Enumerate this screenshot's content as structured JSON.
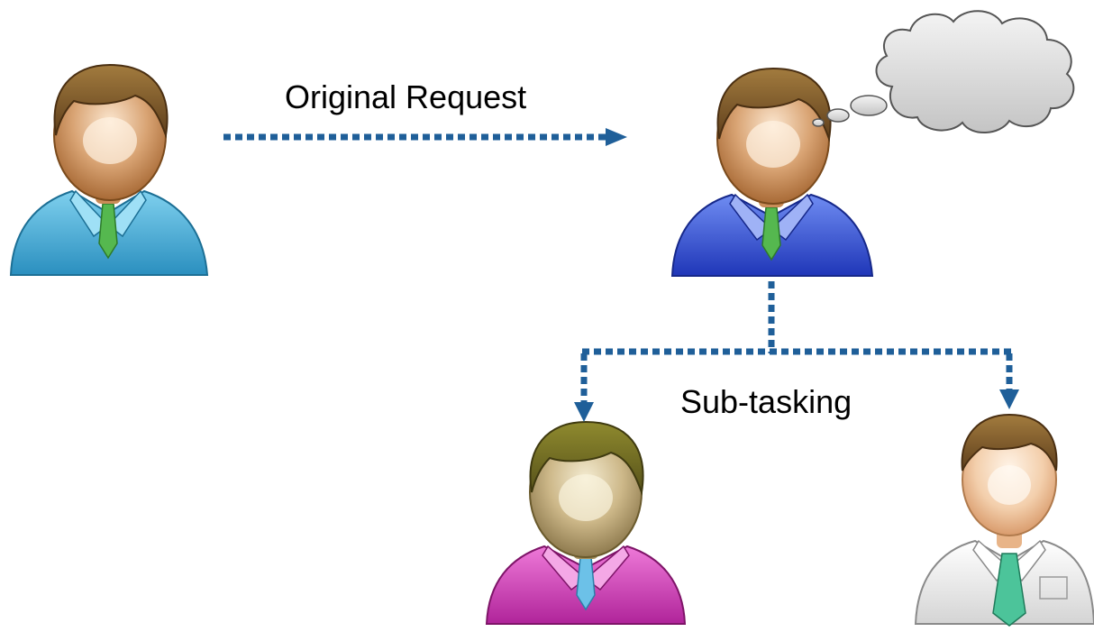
{
  "diagram": {
    "labels": {
      "original_request": "Original Request",
      "sub_tasking": "Sub-tasking"
    },
    "people": [
      {
        "id": "requester",
        "shirt": "#3aa6cf",
        "shirt_dark": "#1f7fa8",
        "tie": "#4fb04f"
      },
      {
        "id": "manager",
        "shirt": "#2f4fd6",
        "shirt_dark": "#1a2f9e",
        "tie": "#4fb04f"
      },
      {
        "id": "worker-magenta",
        "shirt": "#d23fb8",
        "shirt_dark": "#9e1f86",
        "tie": "#4aa8d8"
      },
      {
        "id": "worker-white",
        "shirt": "#f2f2f2",
        "shirt_dark": "#c4c4c4",
        "tie": "#3fb88e"
      }
    ],
    "colors": {
      "arrow": "#1f5f99",
      "skin": "#d9a070",
      "skin_light": "#f6dcc0",
      "hair": "#6e4a22",
      "hair_light": "#a07a3c",
      "cloud": "#d6d6d6",
      "cloud_stroke": "#555555"
    },
    "icons": {
      "thought": "thought-cloud-icon",
      "person": "person-icon",
      "arrow": "arrow-head-icon"
    }
  }
}
